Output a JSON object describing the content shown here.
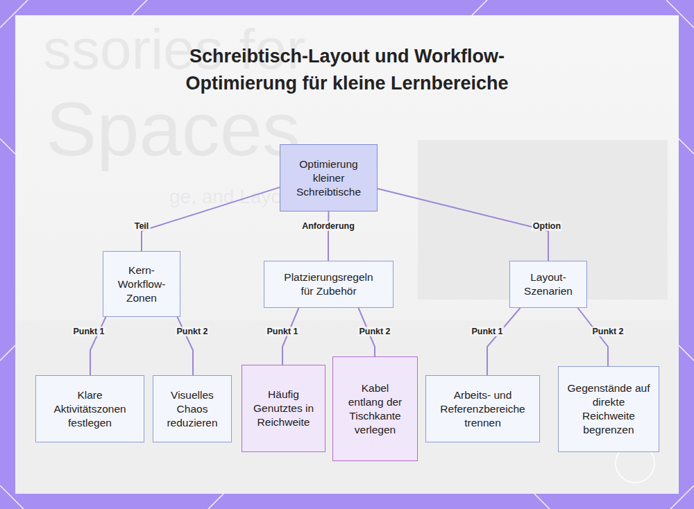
{
  "diagram": {
    "title": "Schreibtisch-Layout und Workflow-Optimierung für kleine Lernbereiche",
    "nodes": [
      {
        "text": [
          "Optimierung kleiner Schreibtische"
        ]
      },
      {
        "text": [
          "Kern-Workflow-Zonen"
        ]
      },
      {
        "text": [
          "Platzierungsregeln für Zubehör"
        ]
      },
      {
        "text": [
          "Layout-Szenarien"
        ]
      },
      {
        "text": [
          "Klare Aktivitätszonen festlegen"
        ]
      },
      {
        "text": [
          "Visuelles Chaos reduzieren"
        ]
      },
      {
        "text": [
          "Häufig Genutztes in Reichweite"
        ]
      },
      {
        "text": [
          "Kabel entlang der Tischkante verlegen"
        ]
      },
      {
        "text": [
          "Arbeits- und Referenzbereiche trennen"
        ]
      },
      {
        "text": [
          "Gegenstände auf direkte Reichweite begrenzen"
        ]
      }
    ],
    "edges": [
      {
        "from": 0,
        "to": 1,
        "label": "Teil",
        "arrow": "none"
      },
      {
        "from": 0,
        "to": 2,
        "label": "Anforderung",
        "arrow": "none"
      },
      {
        "from": 0,
        "to": 3,
        "label": "Option",
        "arrow": "none"
      },
      {
        "from": 1,
        "to": 4,
        "label": "Punkt 1",
        "arrow": "none"
      },
      {
        "from": 1,
        "to": 5,
        "label": "Punkt 2",
        "arrow": "none"
      },
      {
        "from": 2,
        "to": 6,
        "label": "Punkt 1",
        "arrow": "none"
      },
      {
        "from": 2,
        "to": 7,
        "label": "Punkt 2",
        "arrow": "none"
      },
      {
        "from": 3,
        "to": 8,
        "label": "Punkt 1",
        "arrow": "none"
      },
      {
        "from": 3,
        "to": 9,
        "label": "Punkt 2",
        "arrow": "none"
      }
    ],
    "labels": [
      "ssories for",
      "Spaces",
      "ge, and Layo"
    ]
  }
}
